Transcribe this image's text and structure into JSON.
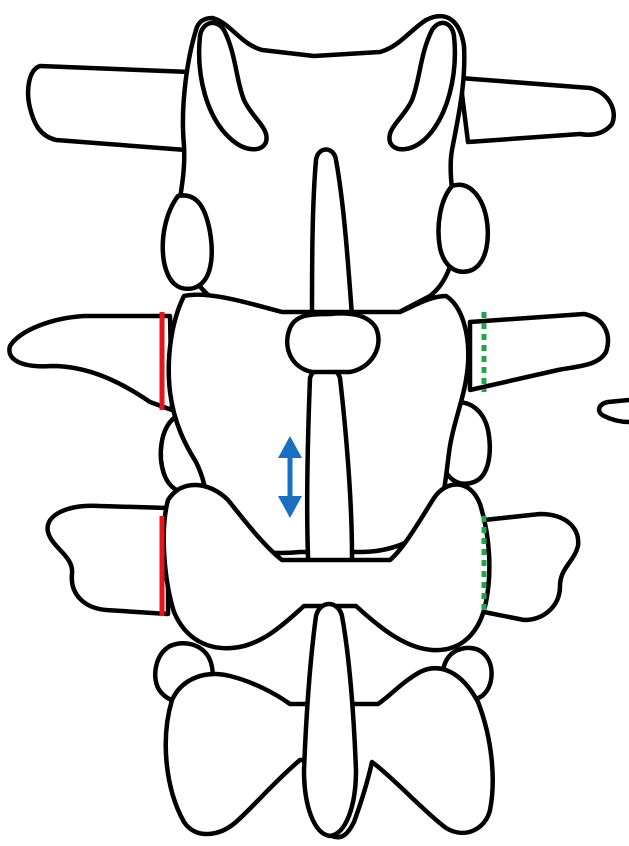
{
  "figure": {
    "subject": "lumbar-spine-posterior-view",
    "colors": {
      "outline": "#000000",
      "fill": "#ffffff",
      "solid_marker": "#e8141c",
      "dotted_marker": "#1fa64a",
      "arrow": "#1a6fc0"
    },
    "markers": [
      {
        "name": "upper-solid-marker",
        "style": "solid",
        "color": "#e8141c"
      },
      {
        "name": "lower-solid-marker",
        "style": "solid",
        "color": "#e8141c"
      },
      {
        "name": "upper-dotted-marker",
        "style": "dotted",
        "color": "#1fa64a"
      },
      {
        "name": "lower-dotted-marker",
        "style": "dotted",
        "color": "#1fa64a"
      }
    ],
    "arrow": {
      "name": "interlaminar-gap-arrow",
      "direction": "vertical-double",
      "color": "#1a6fc0"
    }
  }
}
